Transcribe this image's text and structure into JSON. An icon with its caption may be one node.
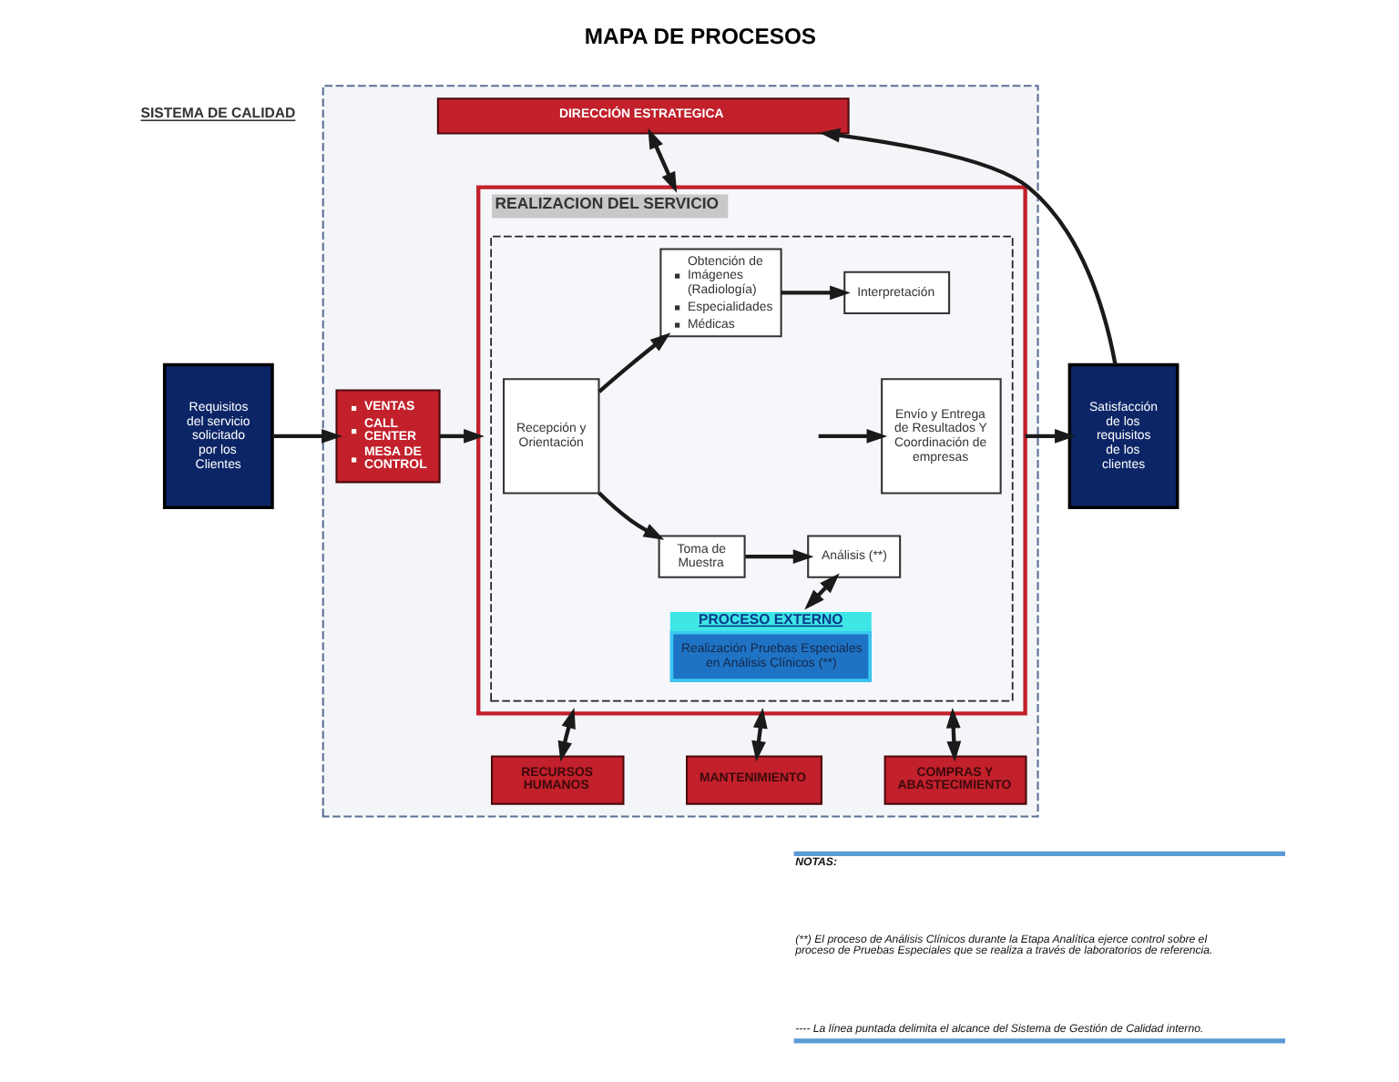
{
  "diagram": {
    "title": "MAPA DE PROCESOS",
    "nodes": [
      {
        "text": [],
        "shape": "box"
      },
      {
        "text": [
          "Requisitos del servicio solicitado por los Clientes"
        ]
      },
      {
        "text": [
          "VENTAS",
          "CALL CENTER",
          "MESA DE CONTROL"
        ],
        "in": 0
      },
      {
        "text": [
          "DIRECCIÓN ESTRATEGICA"
        ],
        "in": 0
      },
      {
        "text": [
          "REALIZACION DEL SERVICIO"
        ],
        "in": 0
      },
      {
        "text": [],
        "shape": "box",
        "in": 4
      },
      {
        "text": [
          "Recepción y Orientación"
        ],
        "in": 5
      },
      {
        "text": [
          "Obtención de Imágenes (Radiología)",
          "Especialidades",
          "Médicas"
        ],
        "in": 5
      },
      {
        "text": [
          "Interpretación"
        ],
        "in": 5
      },
      {
        "text": [
          "Envío y Entrega de Resultados Y Coordinación de empresas"
        ],
        "in": 5
      },
      {
        "text": [
          "Toma de Muestra"
        ],
        "in": 5
      },
      {
        "text": [
          "Análisis (**)"
        ],
        "in": 5
      },
      {
        "text": [
          "PROCESO EXTERNO",
          "Realización Pruebas Especiales en Análisis Clínicos (**)"
        ],
        "in": 5
      },
      {
        "text": [
          "Satisfacción de los requisitos de los clientes"
        ]
      },
      {
        "text": [
          "RECURSOS HUMANOS"
        ],
        "in": 0
      },
      {
        "text": [
          "MANTENIMIENTO"
        ],
        "in": 0
      },
      {
        "text": [
          "COMPRAS Y ABASTECIMIENTO"
        ],
        "in": 0
      }
    ],
    "edges": [
      {
        "from": 1,
        "to": 2,
        "arrow": "to"
      },
      {
        "from": 2,
        "to": 4,
        "arrow": "to"
      },
      {
        "from": 3,
        "to": 4,
        "arrow": "both"
      },
      {
        "from": 6,
        "to": 7,
        "arrow": "to"
      },
      {
        "from": 6,
        "to": 10,
        "arrow": "to"
      },
      {
        "from": 7,
        "to": 8,
        "arrow": "to"
      },
      {
        "from": 10,
        "to": 11,
        "arrow": "to"
      },
      {
        "from": 11,
        "to": 12,
        "arrow": "both"
      },
      {
        "from": null,
        "to": 9,
        "arrow": "to"
      },
      {
        "from": 4,
        "to": 13,
        "arrow": "to"
      },
      {
        "from": 13,
        "to": 3,
        "arrow": "to"
      },
      {
        "from": 4,
        "to": 14,
        "arrow": "both"
      },
      {
        "from": 4,
        "to": 15,
        "arrow": "both"
      },
      {
        "from": 4,
        "to": 16,
        "arrow": "both"
      }
    ],
    "labels": [
      "SISTEMA DE CALIDAD",
      "NOTAS:",
      "(**) El proceso de Análisis Clínicos durante la Etapa Analítica ejerce control sobre el proceso de Pruebas Especiales que se realiza a través de laboratorios de referencia.",
      "---- La línea puntada delimita el alcance del Sistema de Gestión de Calidad interno."
    ]
  }
}
